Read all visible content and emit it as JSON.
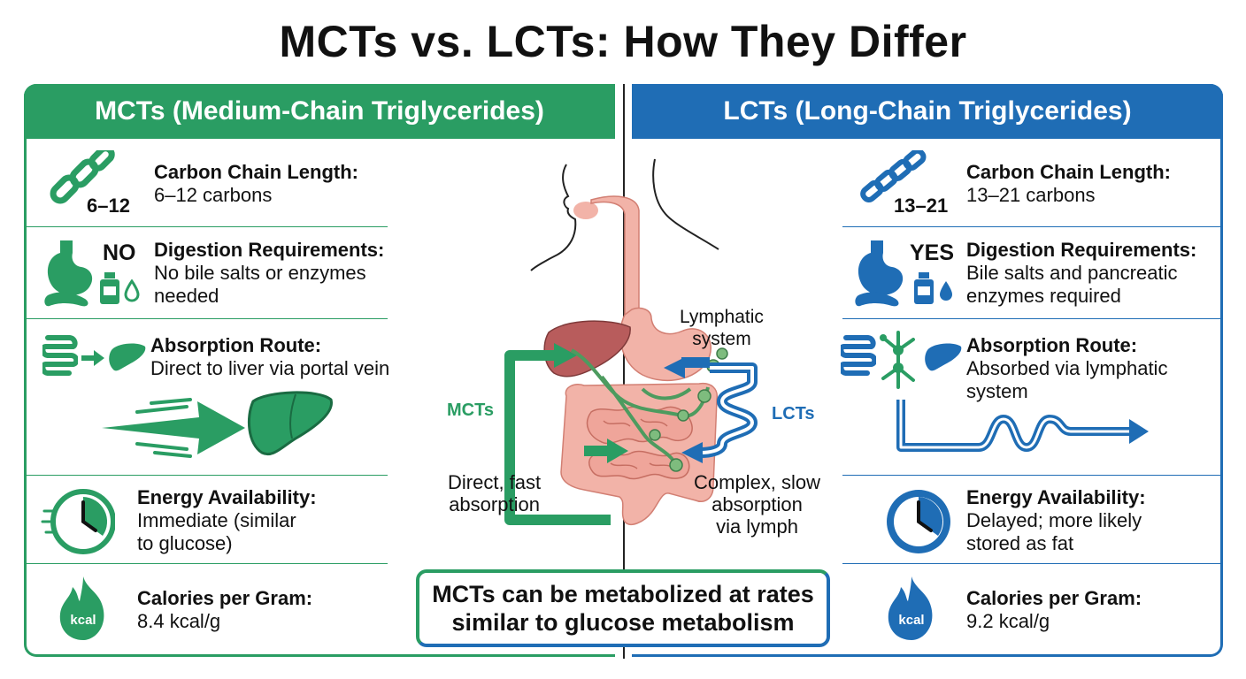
{
  "title": "MCTs vs. LCTs: How They Differ",
  "colors": {
    "mct": "#2a9d63",
    "lct": "#1f6db5",
    "organ": "#f2b3a8",
    "liver": "#b85c5c"
  },
  "mct": {
    "header": "MCTs (Medium-Chain Triglycerides)",
    "chain_badge": "6–12",
    "chain_heading": "Carbon Chain Length:",
    "chain_value": "6–12 carbons",
    "digestion_badge": "NO",
    "digestion_heading": "Digestion Requirements:",
    "digestion_value": "No bile salts or enzymes\nneeded",
    "absorption_heading": "Absorption Route:",
    "absorption_value": "Direct to liver via portal vein",
    "energy_heading": "Energy Availability:",
    "energy_value": "Immediate (similar\nto glucose)",
    "calories_heading": "Calories per Gram:",
    "calories_value": "8.4 kcal/g",
    "kcal_icon_label": "kcal"
  },
  "lct": {
    "header": "LCTs (Long-Chain Triglycerides)",
    "chain_badge": "13–21",
    "chain_heading": "Carbon Chain Length:",
    "chain_value": "13–21 carbons",
    "digestion_badge": "YES",
    "digestion_heading": "Digestion Requirements:",
    "digestion_value": "Bile salts and pancreatic\nenzymes required",
    "absorption_heading": "Absorption Route:",
    "absorption_value": "Absorbed via lymphatic\nsystem",
    "energy_heading": "Energy Availability:",
    "energy_value": "Delayed; more likely\nstored as fat",
    "calories_heading": "Calories per Gram:",
    "calories_value": "9.2 kcal/g",
    "kcal_icon_label": "kcal"
  },
  "diagram": {
    "lymphatic_label": "Lymphatic\nsystem",
    "mct_label": "MCTs",
    "lct_label": "LCTs",
    "mct_caption": "Direct, fast\nabsorption",
    "lct_caption": "Complex, slow\nabsorption\nvia lymph"
  },
  "callout": "MCTs can be metabolized at rates\nsimilar to glucose metabolism",
  "icons": [
    "chain-icon",
    "stomach-icon",
    "bottle-icon",
    "drop-icon",
    "intestine-icon",
    "liver-icon",
    "arrow-icon",
    "clock-icon",
    "flame-icon",
    "digestive-system-icon"
  ]
}
